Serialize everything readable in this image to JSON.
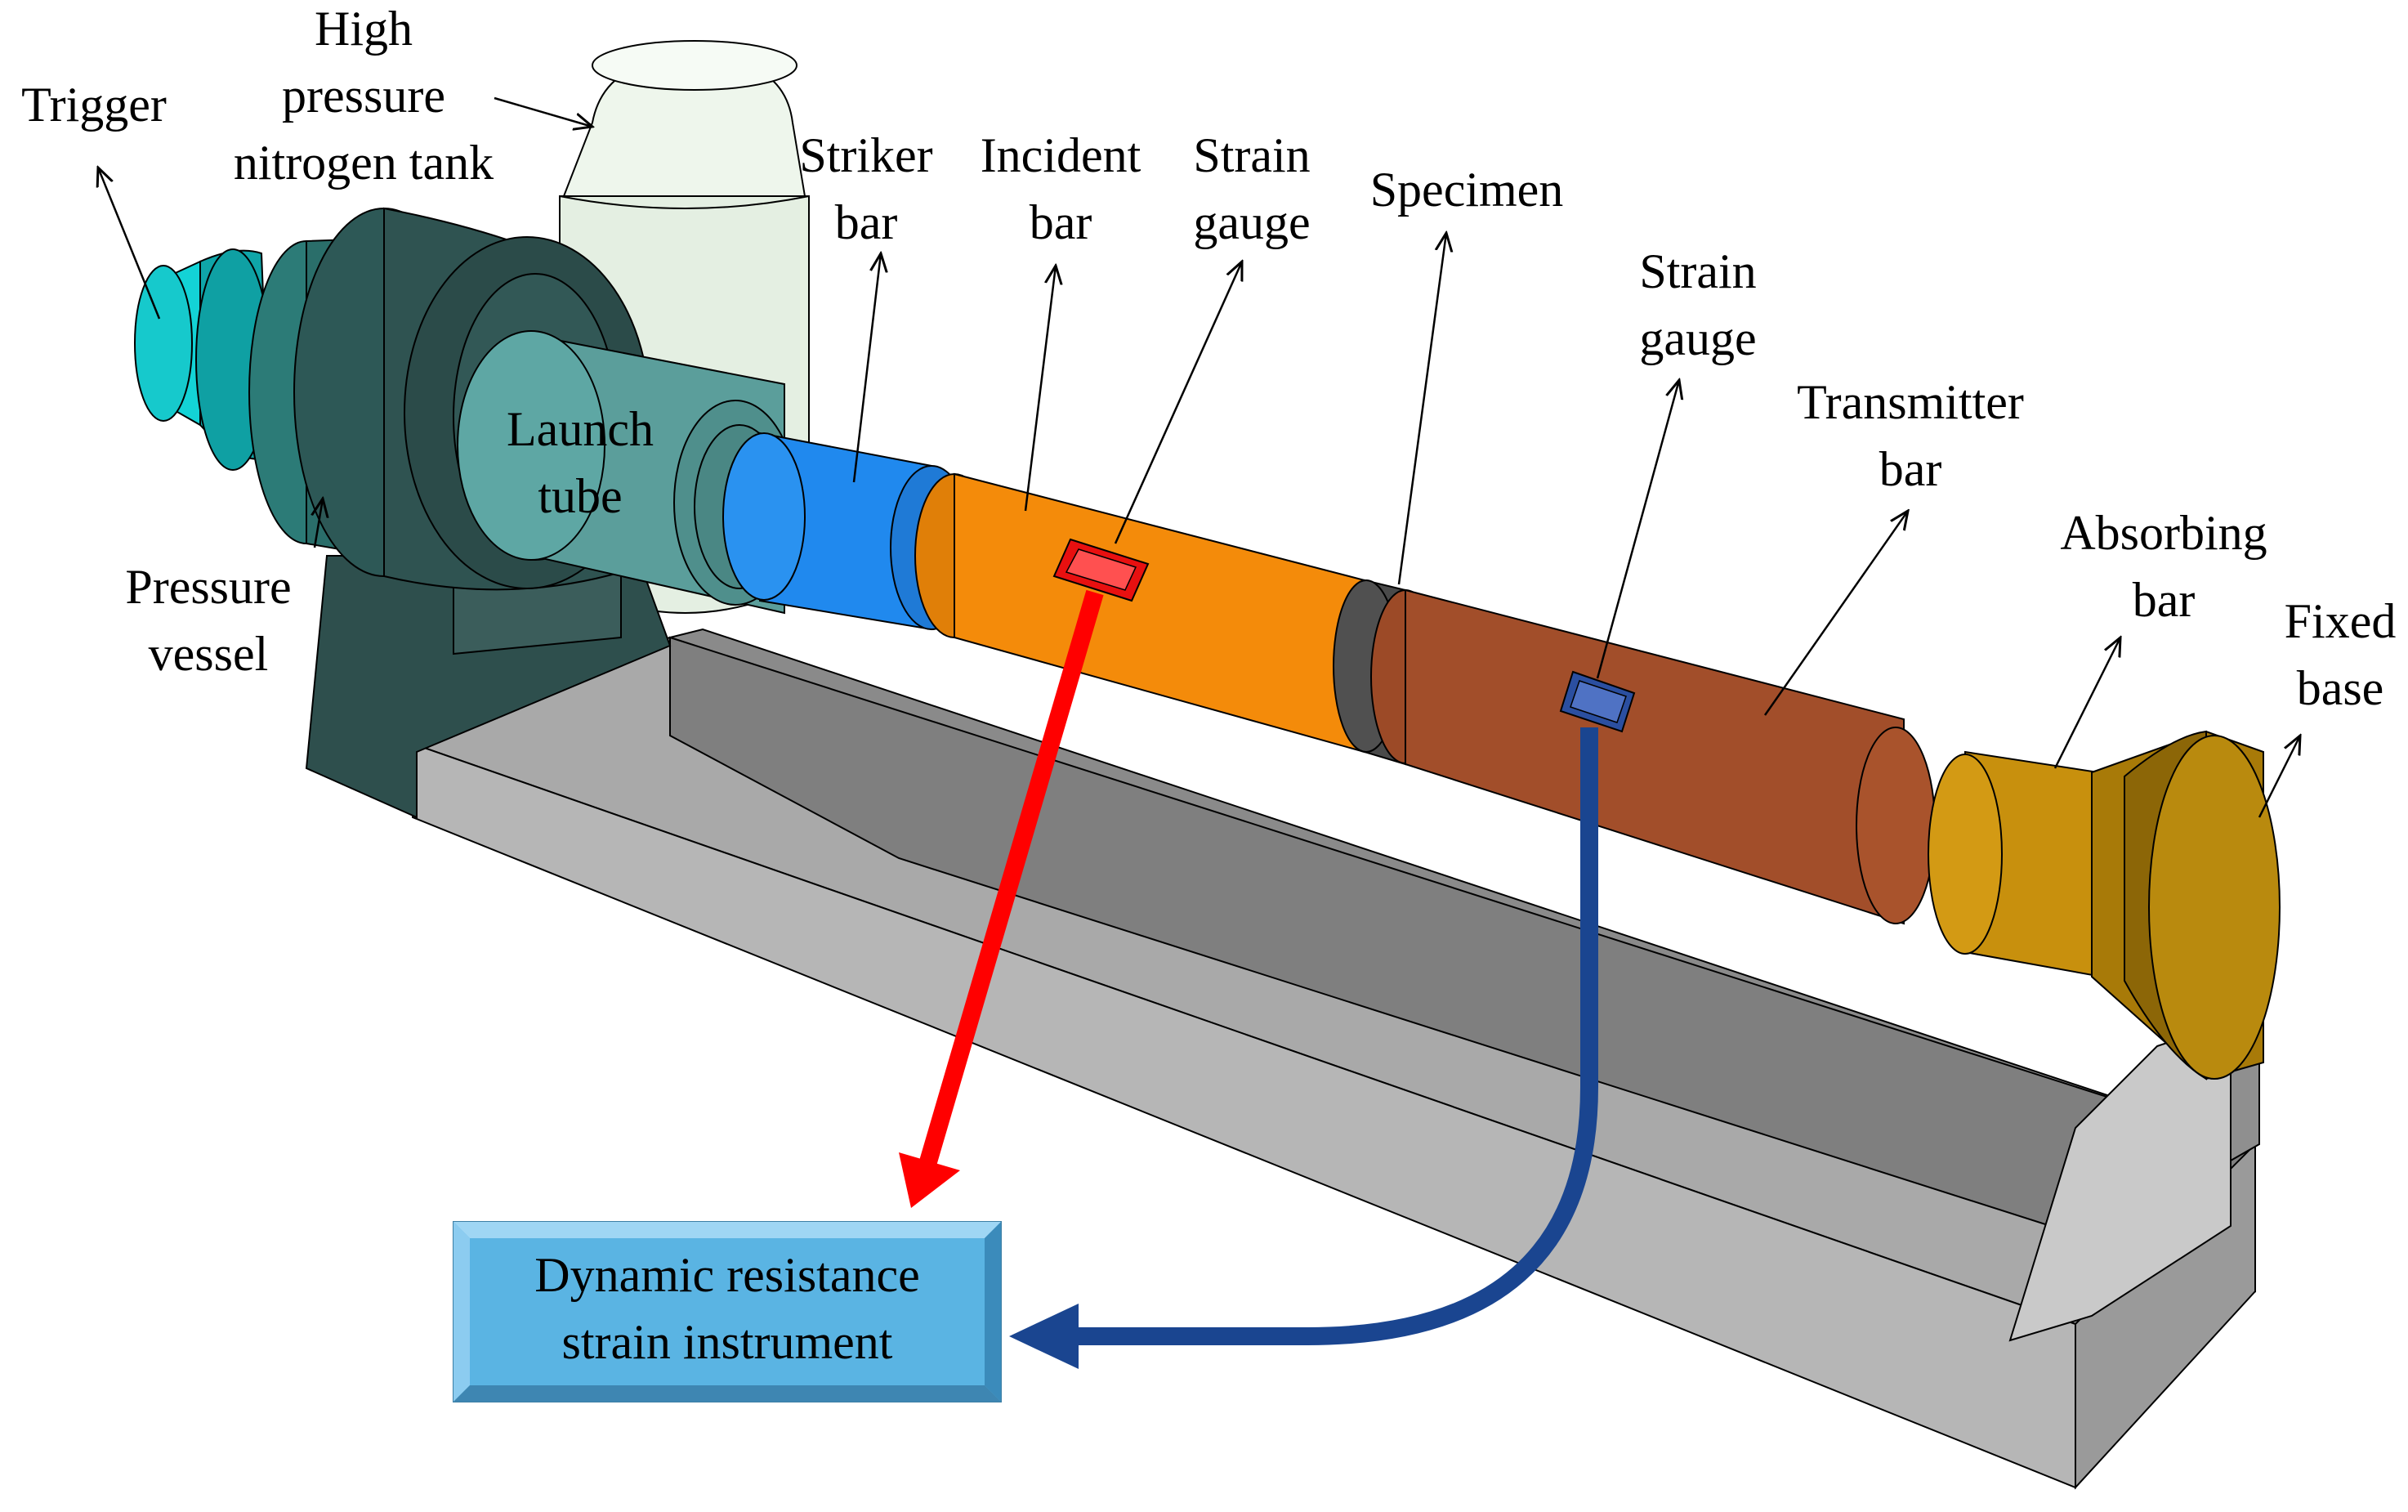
{
  "labels": {
    "trigger": "Trigger",
    "tank": [
      "High",
      "pressure",
      "nitrogen tank"
    ],
    "pressure_vessel": [
      "Pressure",
      "vessel"
    ],
    "launch_tube": [
      "Launch",
      "tube"
    ],
    "striker_bar": [
      "Striker",
      "bar"
    ],
    "incident_bar": [
      "Incident",
      "bar"
    ],
    "strain_gauge_1": [
      "Strain",
      "gauge"
    ],
    "specimen": "Specimen",
    "strain_gauge_2": [
      "Strain",
      "gauge"
    ],
    "transmitter_bar": [
      "Transmitter",
      "bar"
    ],
    "absorbing_bar": [
      "Absorbing",
      "bar"
    ],
    "fixed_base": [
      "Fixed",
      "base"
    ],
    "instrument": [
      "Dynamic resistance",
      "strain instrument"
    ]
  },
  "colors": {
    "trigger": "#12cdd2",
    "pressure_vessel": "#2f4f4f",
    "launch_tube": "#5a9e9c",
    "tank": "#e6f2e4",
    "striker_bar": "#2389e8",
    "incident_bar": "#f48b0a",
    "specimen": "#4c4c4c",
    "transmitter_bar": "#a24e2a",
    "absorbing_bar": "#c8900d",
    "base": "#9c9c9c",
    "instrument_box": "#5ab4e3",
    "signal_red": "#ff0000",
    "signal_blue": "#1a4590"
  }
}
